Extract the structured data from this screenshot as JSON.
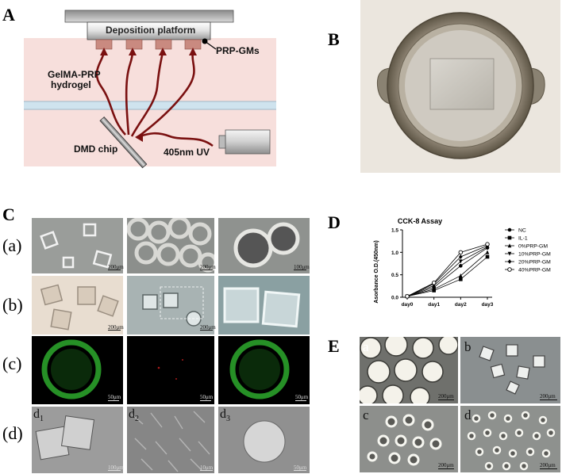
{
  "panelA": {
    "label": "A",
    "deposition_platform": "Deposition platform",
    "prp_gms": "PRP-GMs",
    "hydrogel_line1": "GelMA-PRP",
    "hydrogel_line2": "hydrogel",
    "dmd_chip": "DMD chip",
    "uv": "405nm UV"
  },
  "panelB": {
    "label": "B"
  },
  "panelC": {
    "label": "C",
    "rows": [
      "(a)",
      "(b)",
      "(c)",
      "(d)"
    ],
    "d_labels": [
      "d",
      "1",
      "d",
      "2",
      "d",
      "3"
    ],
    "scales": [
      "200μm",
      "200μm",
      "100μm",
      "200μm",
      "200μm",
      "50μm",
      "50μm",
      "50μm",
      "100μm",
      "10μm",
      "50μm"
    ]
  },
  "panelD": {
    "label": "D"
  },
  "panelE": {
    "label": "E",
    "sub": [
      "a",
      "b",
      "c",
      "d"
    ],
    "scale": "200μm"
  },
  "chart_data": {
    "type": "line",
    "title": "CCK-8 Assay",
    "ylabel": "Asorbance O.D.(450nm)",
    "xlabel": "",
    "categories": [
      "day0",
      "day1",
      "day2",
      "day3"
    ],
    "ylim": [
      0,
      1.5
    ],
    "yticks": [
      "0.0",
      "0.5",
      "1.0",
      "1.5"
    ],
    "legend_position": "right",
    "series": [
      {
        "name": "NC",
        "values": [
          0.02,
          0.22,
          0.7,
          1.1
        ]
      },
      {
        "name": "IL-1",
        "values": [
          0.02,
          0.15,
          0.4,
          0.9
        ]
      },
      {
        "name": "0%PRP-GM",
        "values": [
          0.02,
          0.18,
          0.48,
          1.0
        ]
      },
      {
        "name": "10%PRP-GM",
        "values": [
          0.02,
          0.26,
          0.8,
          1.12
        ]
      },
      {
        "name": "20%PRP-GM",
        "values": [
          0.02,
          0.3,
          0.9,
          1.15
        ]
      },
      {
        "name": "40%PRP-GM",
        "values": [
          0.02,
          0.32,
          1.0,
          1.18
        ]
      }
    ]
  }
}
